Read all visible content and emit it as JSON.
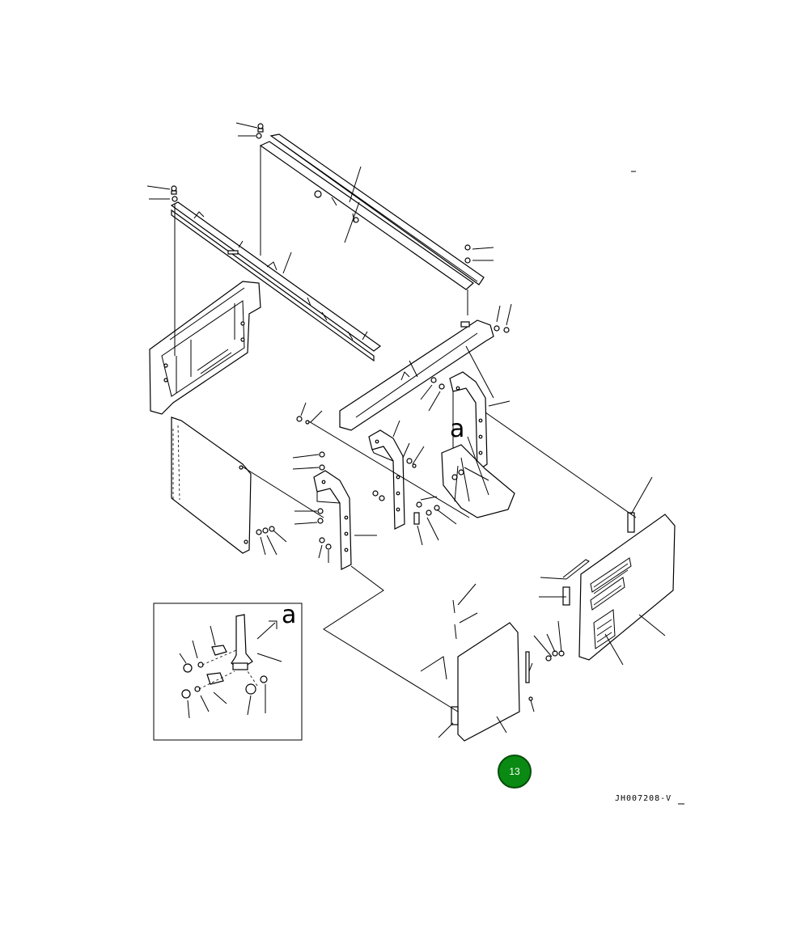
{
  "detail_view": {
    "callout_letter": "a"
  },
  "main_view": {
    "callout_letter": "a"
  },
  "drawing_code": "JH007208-V",
  "page_badge": {
    "number": "13",
    "color": "#0a8a12"
  }
}
